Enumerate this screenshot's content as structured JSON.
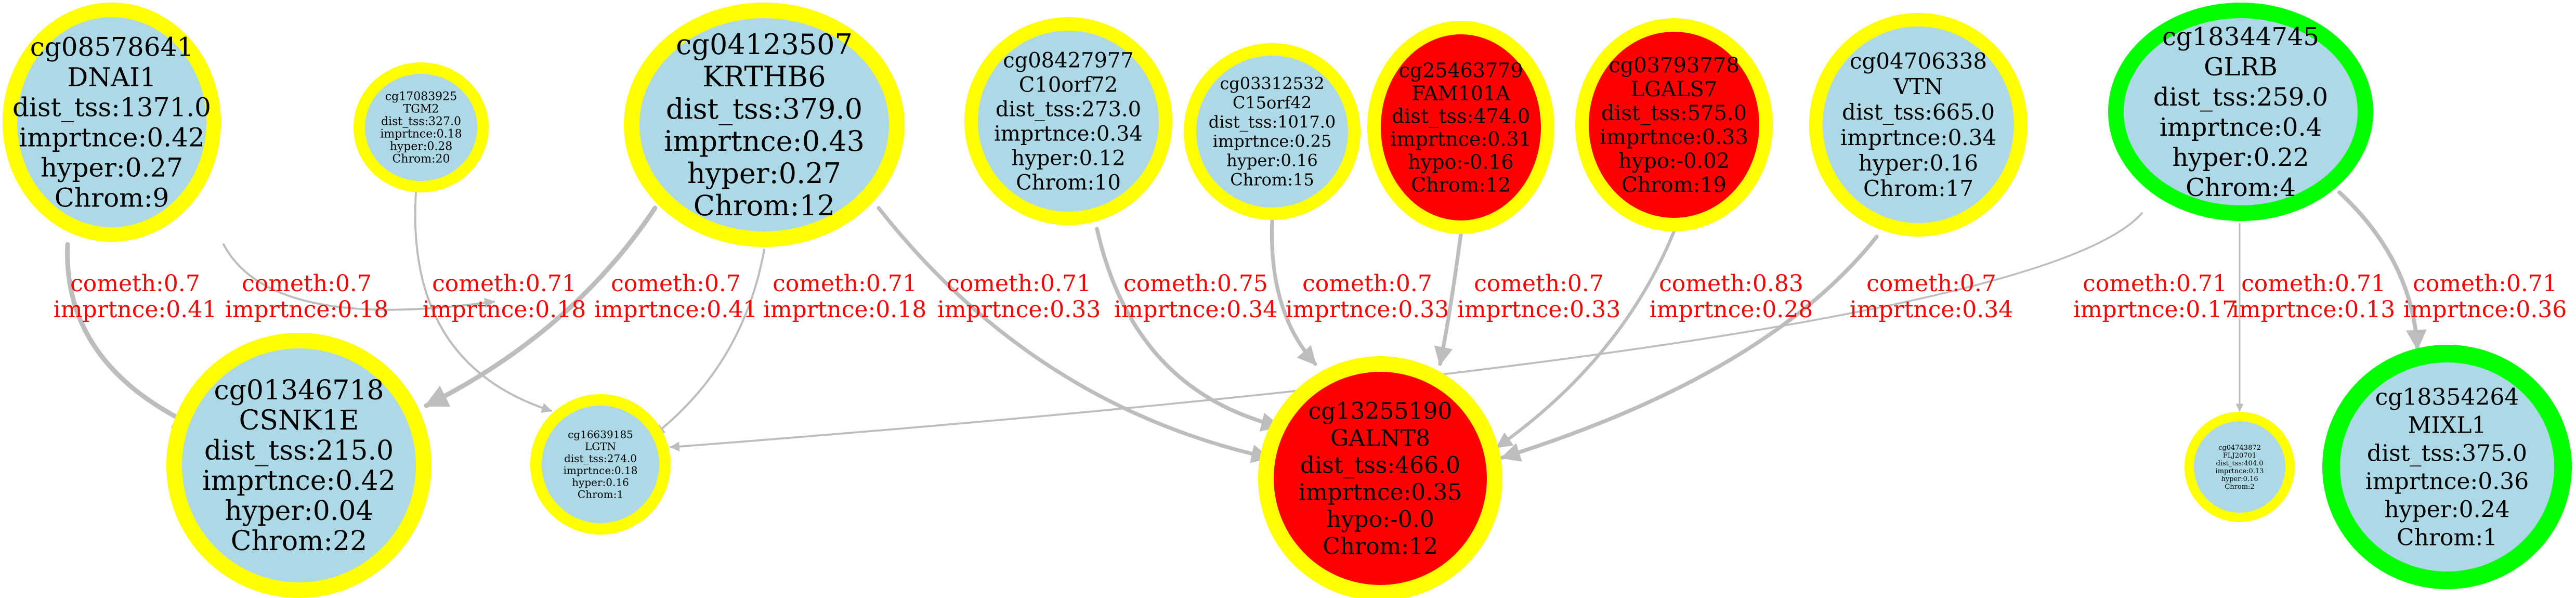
{
  "colors": {
    "ring_yellow": "#ffff00",
    "ring_green": "#00ff00",
    "fill_blue": "#add8e6",
    "fill_red": "#ff0000",
    "edge": "#bdbdbd",
    "edge_label": "#ff0000",
    "text": "#000000"
  },
  "nodes": [
    {
      "id": "cg08578641",
      "lines": [
        "cg08578641",
        "DNAI1",
        "dist_tss:1371.0",
        "imprtnce:0.42",
        "hyper:0.27",
        "Chrom:9"
      ],
      "ring": "yellow",
      "fill": "blue"
    },
    {
      "id": "cg17083925",
      "lines": [
        "cg17083925",
        "TGM2",
        "dist_tss:327.0",
        "imprtnce:0.18",
        "hyper:0.28",
        "Chrom:20"
      ],
      "ring": "yellow",
      "fill": "blue"
    },
    {
      "id": "cg04123507",
      "lines": [
        "cg04123507",
        "KRTHB6",
        "dist_tss:379.0",
        "imprtnce:0.43",
        "hyper:0.27",
        "Chrom:12"
      ],
      "ring": "yellow",
      "fill": "blue"
    },
    {
      "id": "cg08427977",
      "lines": [
        "cg08427977",
        "C10orf72",
        "dist_tss:273.0",
        "imprtnce:0.34",
        "hyper:0.12",
        "Chrom:10"
      ],
      "ring": "yellow",
      "fill": "blue"
    },
    {
      "id": "cg03312532",
      "lines": [
        "cg03312532",
        "C15orf42",
        "dist_tss:1017.0",
        "imprtnce:0.25",
        "hyper:0.16",
        "Chrom:15"
      ],
      "ring": "yellow",
      "fill": "blue"
    },
    {
      "id": "cg25463779",
      "lines": [
        "cg25463779",
        "FAM101A",
        "dist_tss:474.0",
        "imprtnce:0.31",
        "hypo:-0.16",
        "Chrom:12"
      ],
      "ring": "yellow",
      "fill": "red"
    },
    {
      "id": "cg03793778",
      "lines": [
        "cg03793778",
        "LGALS7",
        "dist_tss:575.0",
        "imprtnce:0.33",
        "hypo:-0.02",
        "Chrom:19"
      ],
      "ring": "yellow",
      "fill": "red"
    },
    {
      "id": "cg04706338",
      "lines": [
        "cg04706338",
        "VTN",
        "dist_tss:665.0",
        "imprtnce:0.34",
        "hyper:0.16",
        "Chrom:17"
      ],
      "ring": "yellow",
      "fill": "blue"
    },
    {
      "id": "cg18344745",
      "lines": [
        "cg18344745",
        "GLRB",
        "dist_tss:259.0",
        "imprtnce:0.4",
        "hyper:0.22",
        "Chrom:4"
      ],
      "ring": "green",
      "fill": "blue"
    },
    {
      "id": "cg01346718",
      "lines": [
        "cg01346718",
        "CSNK1E",
        "dist_tss:215.0",
        "imprtnce:0.42",
        "hyper:0.04",
        "Chrom:22"
      ],
      "ring": "yellow",
      "fill": "blue"
    },
    {
      "id": "cg16639185",
      "lines": [
        "cg16639185",
        "LGTN",
        "dist_tss:274.0",
        "imprtnce:0.18",
        "hyper:0.16",
        "Chrom:1"
      ],
      "ring": "yellow",
      "fill": "blue"
    },
    {
      "id": "cg13255190",
      "lines": [
        "cg13255190",
        "GALNT8",
        "dist_tss:466.0",
        "imprtnce:0.35",
        "hypo:-0.0",
        "Chrom:12"
      ],
      "ring": "yellow",
      "fill": "red"
    },
    {
      "id": "cg04743872",
      "lines": [
        "cg04743872",
        "FLJ20701",
        "dist_tss:404.0",
        "imprtnce:0.13",
        "hyper:0.16",
        "Chrom:2"
      ],
      "ring": "yellow",
      "fill": "blue"
    },
    {
      "id": "cg18354264",
      "lines": [
        "cg18354264",
        "MIXL1",
        "dist_tss:375.0",
        "imprtnce:0.36",
        "hyper:0.24",
        "Chrom:1"
      ],
      "ring": "green",
      "fill": "blue"
    }
  ],
  "edges": [
    {
      "from": "cg08578641",
      "to": "cg01346718",
      "cometh": "cometh:0.7",
      "imprtnce": "imprtnce:0.41",
      "weight": 0.41
    },
    {
      "from": "cg08578641",
      "to": "cg16639185",
      "cometh": "cometh:0.7",
      "imprtnce": "imprtnce:0.18",
      "weight": 0.18
    },
    {
      "from": "cg17083925",
      "to": "cg16639185",
      "cometh": "cometh:0.71",
      "imprtnce": "imprtnce:0.18",
      "weight": 0.18
    },
    {
      "from": "cg04123507",
      "to": "cg01346718",
      "cometh": "cometh:0.7",
      "imprtnce": "imprtnce:0.41",
      "weight": 0.41
    },
    {
      "from": "cg04123507",
      "to": "cg16639185",
      "cometh": "cometh:0.71",
      "imprtnce": "imprtnce:0.18",
      "weight": 0.18
    },
    {
      "from": "cg04123507",
      "to": "cg13255190",
      "cometh": "cometh:0.71",
      "imprtnce": "imprtnce:0.33",
      "weight": 0.33
    },
    {
      "from": "cg08427977",
      "to": "cg13255190",
      "cometh": "cometh:0.75",
      "imprtnce": "imprtnce:0.34",
      "weight": 0.34
    },
    {
      "from": "cg03312532",
      "to": "cg13255190",
      "cometh": "cometh:0.7",
      "imprtnce": "imprtnce:0.33",
      "weight": 0.33
    },
    {
      "from": "cg25463779",
      "to": "cg13255190",
      "cometh": "cometh:0.7",
      "imprtnce": "imprtnce:0.33",
      "weight": 0.33
    },
    {
      "from": "cg03793778",
      "to": "cg13255190",
      "cometh": "cometh:0.83",
      "imprtnce": "imprtnce:0.28",
      "weight": 0.28
    },
    {
      "from": "cg04706338",
      "to": "cg13255190",
      "cometh": "cometh:0.7",
      "imprtnce": "imprtnce:0.34",
      "weight": 0.34
    },
    {
      "from": "cg18344745",
      "to": "cg16639185",
      "cometh": "cometh:0.71",
      "imprtnce": "imprtnce:0.17",
      "weight": 0.17
    },
    {
      "from": "cg18344745",
      "to": "cg04743872",
      "cometh": "cometh:0.71",
      "imprtnce": "imprtnce:0.13",
      "weight": 0.13
    },
    {
      "from": "cg18344745",
      "to": "cg18354264",
      "cometh": "cometh:0.71",
      "imprtnce": "imprtnce:0.36",
      "weight": 0.36
    }
  ]
}
